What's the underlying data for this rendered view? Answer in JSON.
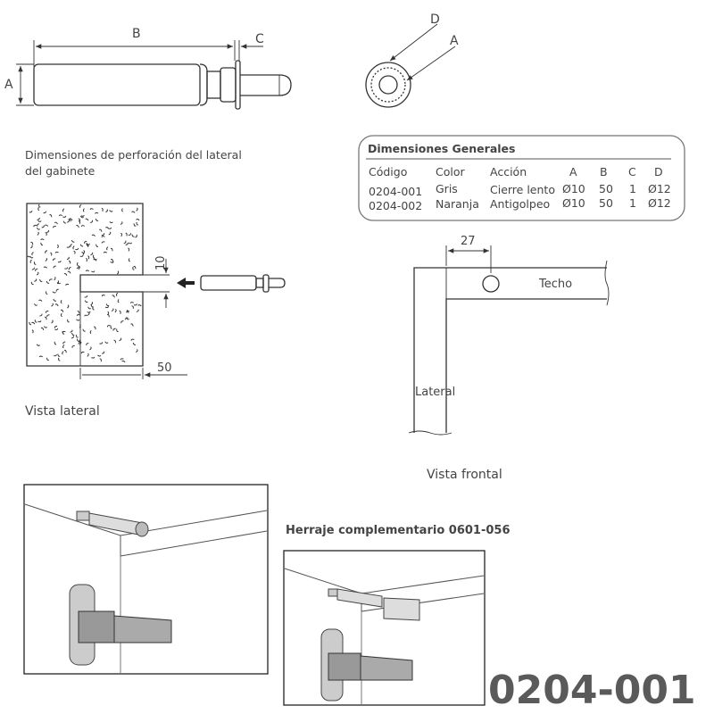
{
  "pin_drawing": {
    "label_a": "A",
    "label_b": "B",
    "label_c": "C"
  },
  "end_view": {
    "label_d": "D",
    "label_a": "A"
  },
  "drilling_caption": "Dimensiones de perforación del lateral del gabinete",
  "drilling_caption_line1": "Dimensiones de perforación del lateral",
  "drilling_caption_line2": "del gabinete",
  "side_view": {
    "dim_height": "10",
    "dim_depth": "50",
    "caption": "Vista lateral"
  },
  "table": {
    "title": "Dimensiones Generales",
    "headers": [
      "Código",
      "Color",
      "Acción",
      "A",
      "B",
      "C",
      "D"
    ],
    "rows": [
      [
        "0204-001",
        "Gris",
        "Cierre lento",
        "Ø10",
        "50",
        "1",
        "Ø12"
      ],
      [
        "0204-002",
        "Naranja",
        "Antigolpeo",
        "Ø10",
        "50",
        "1",
        "Ø12"
      ]
    ]
  },
  "front_view": {
    "dim": "27",
    "top_label": "Techo",
    "side_label": "Lateral",
    "caption": "Vista frontal"
  },
  "complement_title": "Herraje complementario 0601-056",
  "product_code": "0204-001"
}
